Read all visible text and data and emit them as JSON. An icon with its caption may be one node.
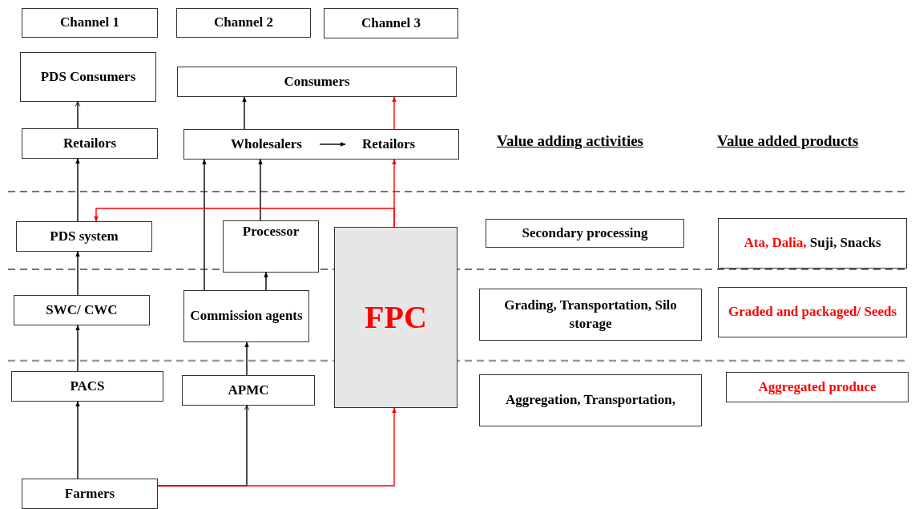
{
  "diagram": {
    "nodes": [
      {
        "text": [
          "Channel 1"
        ]
      },
      {
        "text": [
          "Channel 2"
        ]
      },
      {
        "text": [
          "Channel 3"
        ]
      },
      {
        "text": [
          "PDS Consumers"
        ]
      },
      {
        "text": [
          "Consumers"
        ]
      },
      {
        "text": [
          "Retailors"
        ]
      },
      {
        "text": [],
        "shape": "box"
      },
      {
        "text": [
          "Wholesalers"
        ],
        "in": 6
      },
      {
        "text": [
          "Retailors"
        ],
        "in": 6
      },
      {
        "text": [
          "PDS system"
        ]
      },
      {
        "text": [
          "Processor"
        ]
      },
      {
        "text": [
          "FPC"
        ]
      },
      {
        "text": [
          "Secondary processing"
        ]
      },
      {
        "text": [
          "Ata, Dalia, Suji, Snacks"
        ]
      },
      {
        "text": [
          "SWC/ CWC"
        ]
      },
      {
        "text": [
          "Commission agents"
        ]
      },
      {
        "text": [
          "Grading, Transportation, Silo storage"
        ]
      },
      {
        "text": [
          "Graded and packaged/ Seeds"
        ]
      },
      {
        "text": [
          "PACS"
        ]
      },
      {
        "text": [
          "APMC"
        ]
      },
      {
        "text": [
          "Aggregation, Transportation,"
        ]
      },
      {
        "text": [
          "Aggregated produce"
        ]
      },
      {
        "text": [
          "Farmers"
        ]
      }
    ],
    "edges": [
      {
        "from": 5,
        "to": 3,
        "arrow": "to"
      },
      {
        "from": 6,
        "to": 4,
        "arrow": "to"
      },
      {
        "from": 6,
        "to": 4,
        "arrow": "to",
        "color": "#ff0000"
      },
      {
        "from": 7,
        "to": 8,
        "arrow": "to"
      },
      {
        "from": 9,
        "to": 5,
        "arrow": "to"
      },
      {
        "from": 15,
        "to": 6,
        "arrow": "to"
      },
      {
        "from": 10,
        "to": 6,
        "arrow": "to"
      },
      {
        "from": 11,
        "to": 6,
        "arrow": "to",
        "color": "#ff0000"
      },
      {
        "from": 11,
        "to": 9,
        "arrow": "to",
        "color": "#ff0000"
      },
      {
        "from": 14,
        "to": 9,
        "arrow": "to"
      },
      {
        "from": 15,
        "to": 10,
        "arrow": "to"
      },
      {
        "from": 18,
        "to": 14,
        "arrow": "to"
      },
      {
        "from": 19,
        "to": 15,
        "arrow": "to"
      },
      {
        "from": 22,
        "to": 18,
        "arrow": "to"
      },
      {
        "from": 22,
        "to": 19,
        "arrow": "to"
      },
      {
        "from": 22,
        "to": 11,
        "arrow": "to",
        "color": "#ff0000"
      }
    ],
    "labels": [
      "Value adding activities",
      "Value added products"
    ]
  }
}
